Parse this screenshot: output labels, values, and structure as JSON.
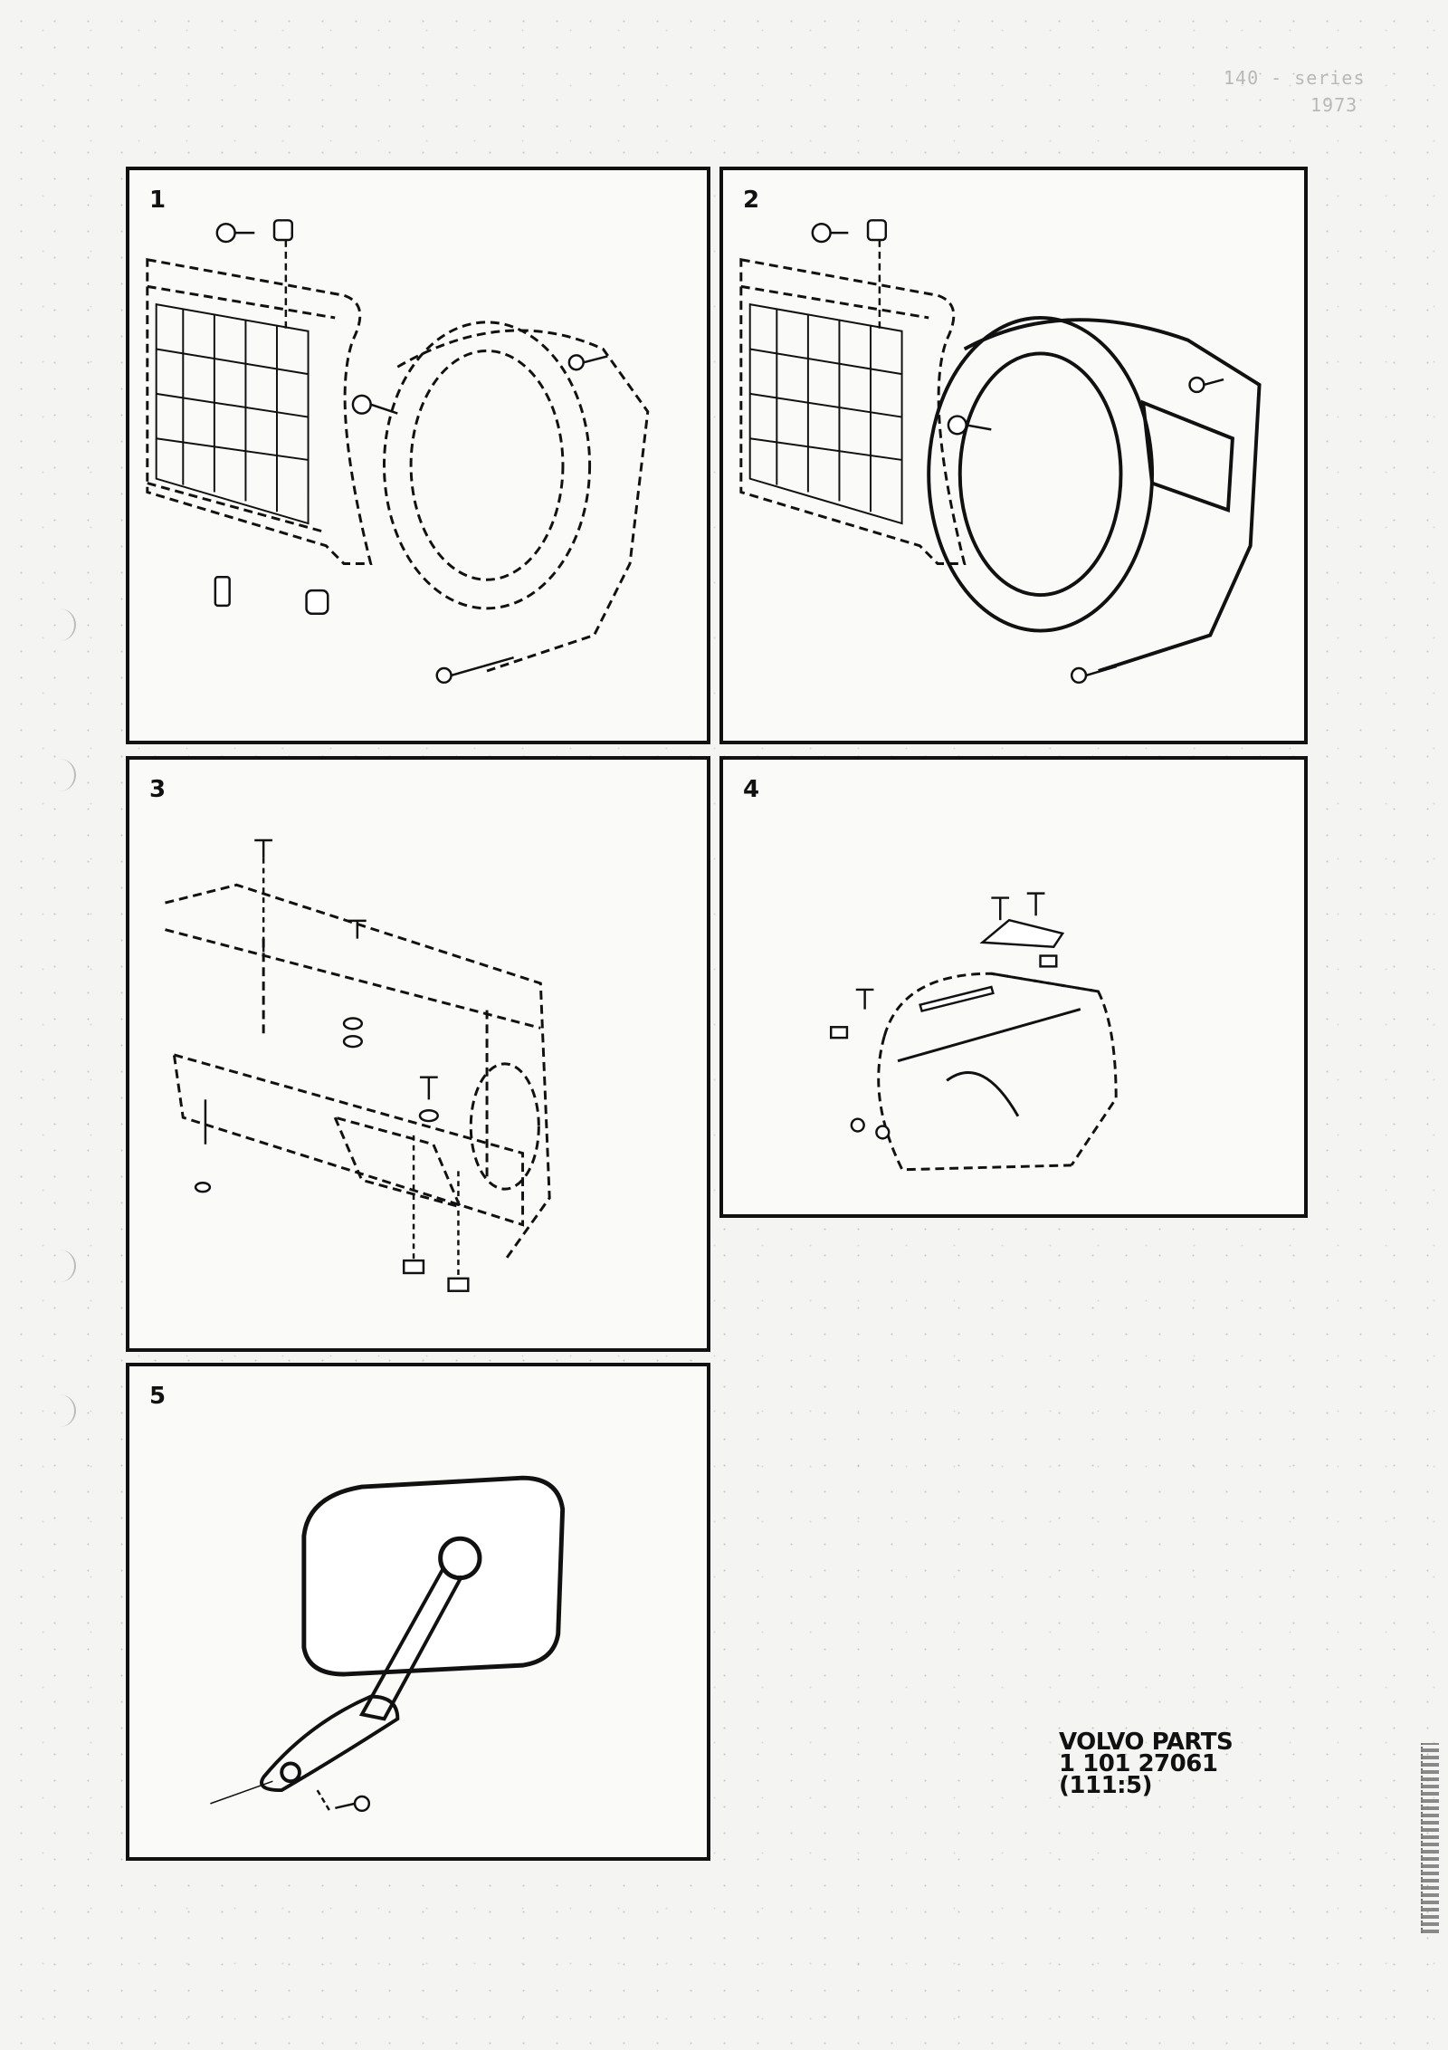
{
  "header": {
    "series": "140 - series",
    "year": "1973"
  },
  "panels": [
    {
      "number": "1",
      "subject": "grille-and-headlight-housing"
    },
    {
      "number": "2",
      "subject": "grille-and-headlight-housing"
    },
    {
      "number": "3",
      "subject": "front-panel"
    },
    {
      "number": "4",
      "subject": "front-fender"
    },
    {
      "number": "5",
      "subject": "rear-view-mirror"
    }
  ],
  "reference": {
    "brand": "VOLVO PARTS",
    "part_number": "1 101 27061",
    "section": "(111:5)"
  },
  "colors": {
    "ink": "#111111",
    "paper": "#f4f4f2"
  }
}
